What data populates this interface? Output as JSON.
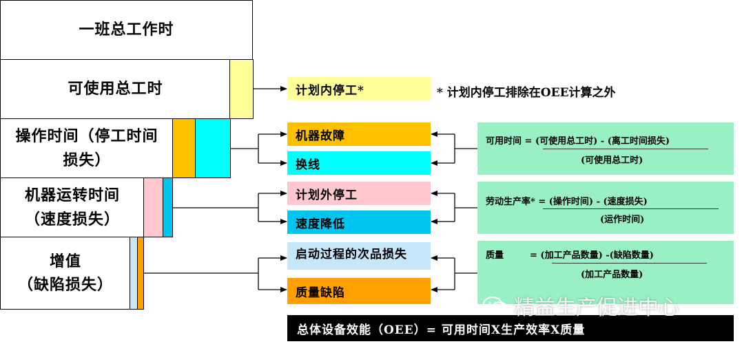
{
  "left_boxes": {
    "total_shift_time": "一班总工作时",
    "available_time": "可使用总工时",
    "operating_time_l1": "操作时间（停工时间",
    "operating_time_l2": "损失）",
    "running_time_l1": "机器运转时间",
    "running_time_l2": "（速度损失）",
    "value_added_l1": "增值",
    "value_added_l2": "（缺陷损失）"
  },
  "loss_labels": {
    "planned_stop": "计划内停工*",
    "breakdown": "机器故障",
    "changeover": "换线",
    "unplanned_stop": "计划外停工",
    "speed_drop": "速度降低",
    "startup_defects": "启动过程的次品损失",
    "quality_defects": "质量缺陷"
  },
  "note": "* 计划内停工排除在OEE计算之外",
  "formulas": {
    "availability_num": "可用时间 = (可使用总工时) - (离工时间损失)",
    "availability_den": "(可使用总工时)",
    "performance_num": "劳动生产率* = (操作时间) - (速度损失)",
    "performance_den": "(运作时间)",
    "quality_label": "质量",
    "quality_num": "=  (加工产品数量) -(缺陷数量)",
    "quality_den": "(加工产品数量)"
  },
  "oee": "总体设备效能（OEE）= 可用时间X生产效率X质量",
  "watermark": "精益生产促进中心",
  "colors": {
    "planned_stop": "#ffff99",
    "breakdown": "#ffc000",
    "changeover": "#00ffff",
    "unplanned_stop": "#ffc7ce",
    "speed_drop": "#00c5ee",
    "startup_defects": "#c6e6f9",
    "quality_defects": "#ffa000",
    "formula_bg": "#99f0c4"
  }
}
